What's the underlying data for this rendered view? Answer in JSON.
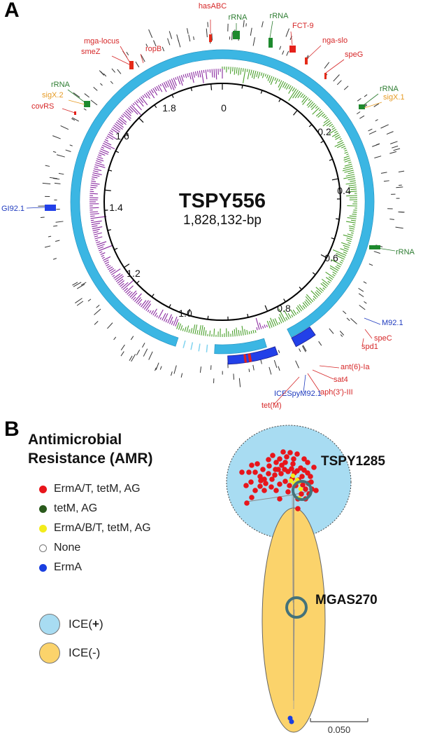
{
  "panels": {
    "a": "A",
    "b": "B"
  },
  "genome": {
    "name": "TSPY556",
    "length": "1,828,132-bp",
    "ticks": [
      "0",
      "0.2",
      "0.4",
      "0.6",
      "0.8",
      "1.0",
      "1.2",
      "1.4",
      "1.6",
      "1.8"
    ],
    "annotations": [
      {
        "text": "hasABC",
        "color": "#d62728"
      },
      {
        "text": "rRNA",
        "color": "#2e7d32"
      },
      {
        "text": "rRNA",
        "color": "#2e7d32"
      },
      {
        "text": "FCT-9",
        "color": "#d62728"
      },
      {
        "text": "ropB",
        "color": "#d62728"
      },
      {
        "text": "mga-locus",
        "color": "#d62728"
      },
      {
        "text": "smeZ",
        "color": "#d62728"
      },
      {
        "text": "nga-slo",
        "color": "#d62728"
      },
      {
        "text": "speG",
        "color": "#d62728"
      },
      {
        "text": "rRNA",
        "color": "#2e7d32"
      },
      {
        "text": "sigX.2",
        "color": "#e69b24"
      },
      {
        "text": "covRS",
        "color": "#d62728"
      },
      {
        "text": "rRNA",
        "color": "#2e7d32"
      },
      {
        "text": "sigX.1",
        "color": "#e69b24"
      },
      {
        "text": "GI92.1",
        "color": "#1f3bbf"
      },
      {
        "text": "rRNA",
        "color": "#2e7d32"
      },
      {
        "text": "M92.1",
        "color": "#1f3bbf"
      },
      {
        "text": "speC",
        "color": "#d62728"
      },
      {
        "text": "spd1",
        "color": "#d62728"
      },
      {
        "text": "ant(6)-Ia",
        "color": "#d62728"
      },
      {
        "text": "sat4",
        "color": "#d62728"
      },
      {
        "text": "aph(3')-III",
        "color": "#d62728"
      },
      {
        "text": "ICESpyM92.1",
        "color": "#1f3bbf"
      },
      {
        "text": "tet(M)",
        "color": "#d62728"
      }
    ]
  },
  "amr": {
    "title_line1": "Antimicrobial",
    "title_line2": "Resistance (AMR)",
    "legend": [
      {
        "label": "ErmA/T, tetM, AG",
        "color": "#e8151b"
      },
      {
        "label": "tetM, AG",
        "color": "#2a5a1c"
      },
      {
        "label": "ErmA/B/T, tetM, AG",
        "color": "#f3ec1b"
      },
      {
        "label": "None",
        "color": "#ffffff"
      },
      {
        "label": "ErmA",
        "color": "#1a3fe0"
      }
    ],
    "ice_legend": [
      {
        "label_pre": "ICE(",
        "label_bold": "+",
        "label_post": ")",
        "color": "#a8dcf2"
      },
      {
        "label": "ICE(-)",
        "color": "#fbd36b"
      }
    ],
    "strains": [
      "TSPY1285",
      "MGAS270"
    ],
    "scale_bar": "0.050"
  }
}
